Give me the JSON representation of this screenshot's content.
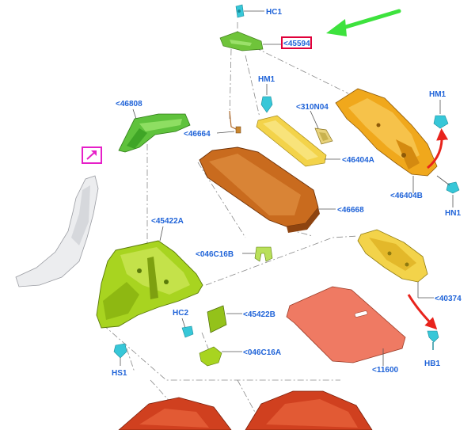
{
  "diagram": {
    "labels": {
      "hc1": "HC1",
      "p45594": "<45594",
      "hm1_top": "HM1",
      "p310n04": "<310N04",
      "hm1_right": "HM1",
      "p46808": "<46808",
      "p46664": "<46664",
      "p46404a": "<46404A",
      "p46404b": "<46404B",
      "hn1": "HN1",
      "p46668": "<46668",
      "p45422a": "<45422A",
      "p046c16b": "<046C16B",
      "p40374": "<40374",
      "hc2": "HC2",
      "p45422b": "<45422B",
      "p046c16a": "<046C16A",
      "hs1": "HS1",
      "p11600": "<11600",
      "hb1": "HB1"
    },
    "colors": {
      "label_blue": "#1f63d8",
      "highlight_box": "#e0003a",
      "pointer_arrow": "#3de23d",
      "motion_arrow": "#e8231c",
      "green_part": "#7cc62a",
      "yellow_green_part": "#a8d420",
      "yellow_part": "#f3d34a",
      "orange_part": "#f0a81c",
      "brown_panel": "#c96b1e",
      "salmon_mat": "#ef7a63",
      "floor_red": "#d0401f",
      "clip_cyan": "#37c7d8",
      "magenta_icon": "#e61fc8"
    },
    "icons": {
      "view_icon": "diagonal-arrow-icon",
      "pointer": "green-arrow-icon"
    }
  }
}
